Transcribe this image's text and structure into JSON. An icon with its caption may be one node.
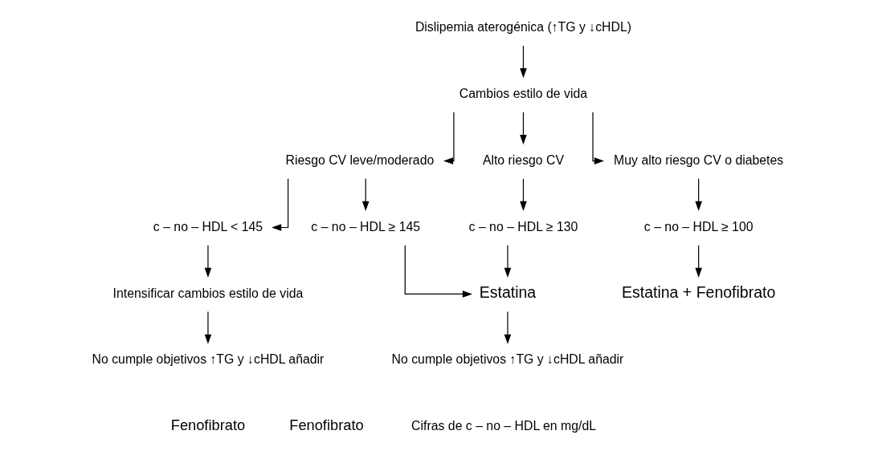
{
  "diagram": {
    "nodes": [
      {
        "text": [
          "Dislipemia aterogénica (↑TG y ↓cHDL)"
        ]
      },
      {
        "text": [
          "Cambios estilo de vida"
        ]
      },
      {
        "text": [
          "Riesgo CV leve/moderado"
        ]
      },
      {
        "text": [
          "Alto riesgo CV"
        ]
      },
      {
        "text": [
          "Muy alto riesgo CV o diabetes"
        ]
      },
      {
        "text": [
          "c – no – HDL < 145"
        ]
      },
      {
        "text": [
          "c – no – HDL ≥ 145"
        ]
      },
      {
        "text": [
          "c – no – HDL ≥ 130"
        ]
      },
      {
        "text": [
          "c – no – HDL ≥ 100"
        ]
      },
      {
        "text": [
          "Intensificar cambios estilo de vida"
        ]
      },
      {
        "text": [
          "Estatina"
        ]
      },
      {
        "text": [
          "Estatina + Fenofibrato"
        ]
      },
      {
        "text": [
          "No cumple objetivos ↑TG y ↓cHDL añadir"
        ]
      },
      {
        "text": [
          "No cumple objetivos ↑TG y ↓cHDL añadir"
        ]
      }
    ],
    "edges": [
      {
        "from": 0,
        "to": 1,
        "arrow": "to"
      },
      {
        "from": 1,
        "to": 2,
        "arrow": "to"
      },
      {
        "from": 1,
        "to": 3,
        "arrow": "to"
      },
      {
        "from": 1,
        "to": 4,
        "arrow": "to"
      },
      {
        "from": 2,
        "to": 5,
        "arrow": "to"
      },
      {
        "from": 2,
        "to": 6,
        "arrow": "to"
      },
      {
        "from": 3,
        "to": 7,
        "arrow": "to"
      },
      {
        "from": 4,
        "to": 8,
        "arrow": "to"
      },
      {
        "from": 5,
        "to": 9,
        "arrow": "to"
      },
      {
        "from": 6,
        "to": 10,
        "arrow": "to"
      },
      {
        "from": 7,
        "to": 10,
        "arrow": "to"
      },
      {
        "from": 8,
        "to": 11,
        "arrow": "to"
      },
      {
        "from": 9,
        "to": 12,
        "arrow": "to"
      },
      {
        "from": 10,
        "to": 13,
        "arrow": "to"
      }
    ],
    "labels": [
      "Fenofibrato",
      "Fenofibrato",
      "Cifras de c – no – HDL en mg/dL"
    ]
  }
}
